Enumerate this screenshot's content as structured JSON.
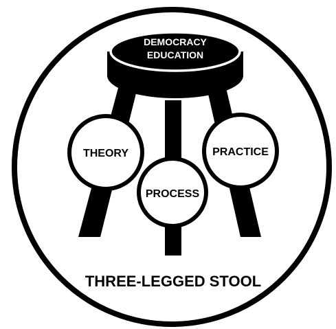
{
  "seat": {
    "line1": "DEMOCRACY",
    "line2": "EDUCATION"
  },
  "legs": {
    "left": "THEORY",
    "center": "PROCESS",
    "right": "PRACTICE"
  },
  "caption": "THREE-LEGGED STOOL",
  "colors": {
    "ink": "#000000",
    "paper": "#ffffff"
  }
}
